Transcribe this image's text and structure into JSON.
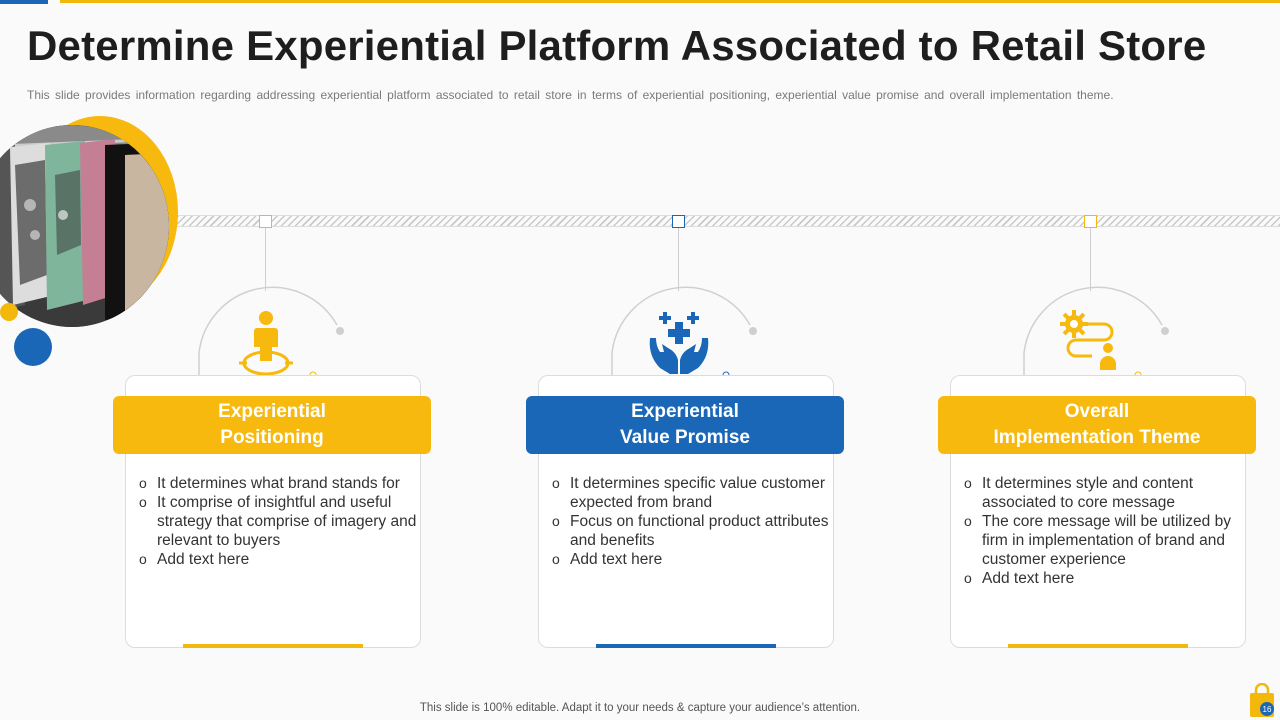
{
  "slide": {
    "title": "Determine Experiential Platform Associated to Retail Store",
    "subtitle": "This slide provides information regarding addressing experiential platform associated to retail store in terms of experiential positioning, experiential value promise and overall implementation theme.",
    "footer": "This slide is 100% editable. Adapt it to your needs & capture your audience’s attention.",
    "page_number": "16"
  },
  "colors": {
    "gold": "#f7b90e",
    "blue": "#1a67b7"
  },
  "columns": [
    {
      "header": "Experiential\nPositioning",
      "icon": "person-target-icon",
      "bullets": [
        "It determines what brand stands for",
        "It comprise of insightful  and useful strategy that comprise of imagery and relevant to buyers",
        "Add text here"
      ]
    },
    {
      "header": "Experiential\nValue Promise",
      "icon": "hands-plus-icon",
      "bullets": [
        "It determines specific value customer expected from brand",
        "Focus on functional  product attributes and benefits",
        "Add text here"
      ]
    },
    {
      "header": "Overall\nImplementation Theme",
      "icon": "gear-person-path-icon",
      "bullets": [
        "It determines style and content associated to core message",
        "The core message will be utilized by firm in implementation of brand and customer  experience",
        "Add text here"
      ]
    }
  ]
}
